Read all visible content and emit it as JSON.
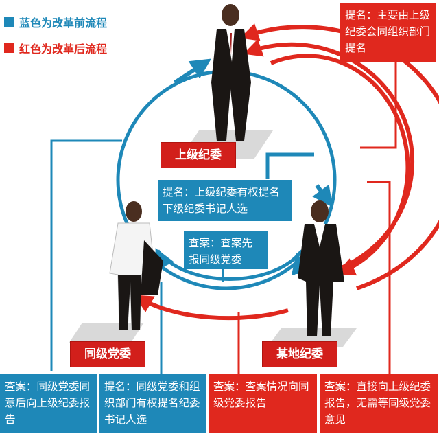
{
  "legend": {
    "blue_label": "蓝色为改革前流程",
    "red_label": "红色为改革后流程",
    "blue_color": "#1e88b8",
    "red_color": "#e0281e"
  },
  "nodes": {
    "upper": "上级纪委",
    "same_level": "同级党委",
    "local": "某地纪委"
  },
  "boxes": {
    "nominate_new": "提名：主要由上级纪委会同组织部门提名",
    "nominate_old_center": "提名：上级纪委有权提名下级纪委书记人选",
    "case_report_old": "查案：查案先报同级党委",
    "case_old_left": "查案：同级党委同意后向上级纪委报告",
    "nominate_old_left": "提名：同级党委和组织部门有权提名纪委书记人选",
    "case_new_mid": "查案：查案情况向同级党委报告",
    "case_new_right": "查案：直接向上级纪委报告，无需等同级党委意见"
  },
  "icons": {
    "officials": "businessman-figure"
  }
}
